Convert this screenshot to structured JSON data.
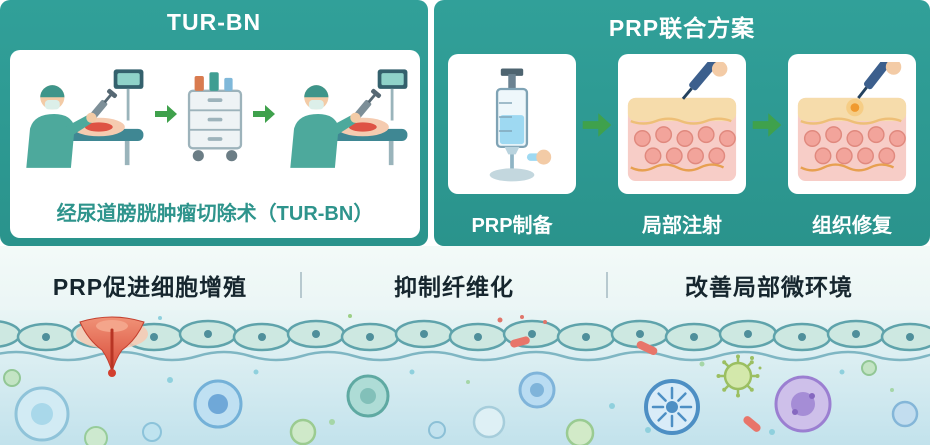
{
  "left_panel": {
    "title": "TUR-BN",
    "caption": "经尿道膀胱肿瘤切除术（TUR-BN）"
  },
  "right_panel": {
    "title": "PRP联合方案",
    "steps": [
      {
        "label": "PRP制备"
      },
      {
        "label": "局部注射"
      },
      {
        "label": "组织修复"
      }
    ]
  },
  "benefits": [
    {
      "label": "PRP促进细胞增殖"
    },
    {
      "label": "抑制纤维化"
    },
    {
      "label": "改善局部微环境"
    }
  ],
  "icons": {
    "arrow_right": "arrow-right-icon"
  },
  "colors": {
    "panel_teal": "#2F9B94",
    "arrow_green": "#3FA14C",
    "caption_teal": "#2E948C",
    "benefit_text": "#16262E",
    "lesion_red": "#D84A38"
  }
}
